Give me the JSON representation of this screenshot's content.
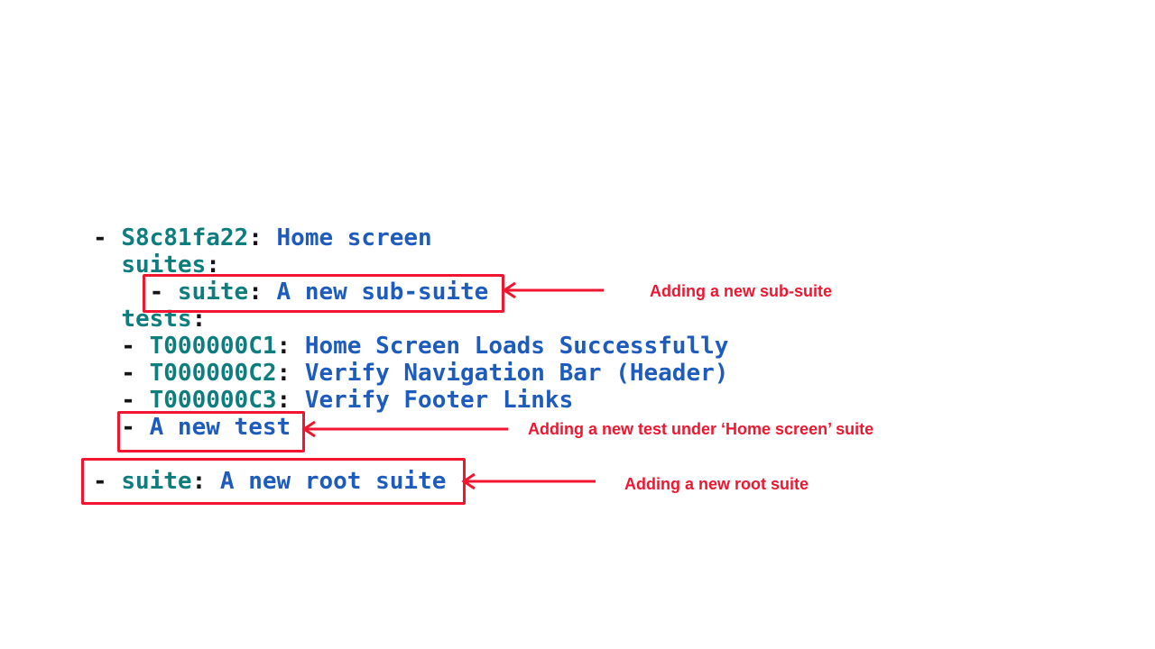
{
  "colors": {
    "key": "#0e7d7d",
    "value": "#1d5cbe",
    "punct": "#141414",
    "highlight": "#f0162f",
    "background": "#ffffff"
  },
  "code": {
    "language": "yaml",
    "lines": [
      {
        "segments": [
          {
            "type": "punct",
            "text": "- "
          },
          {
            "type": "key",
            "text": "S8c81fa22"
          },
          {
            "type": "punct",
            "text": ":"
          },
          {
            "type": "value",
            "text": " Home screen"
          }
        ]
      },
      {
        "segments": [
          {
            "type": "punct",
            "text": "  "
          },
          {
            "type": "key",
            "text": "suites"
          },
          {
            "type": "punct",
            "text": ":"
          }
        ]
      },
      {
        "segments": [
          {
            "type": "punct",
            "text": "    - "
          },
          {
            "type": "key",
            "text": "suite"
          },
          {
            "type": "punct",
            "text": ":"
          },
          {
            "type": "value",
            "text": " A new sub-suite"
          }
        ]
      },
      {
        "segments": [
          {
            "type": "punct",
            "text": "  "
          },
          {
            "type": "key",
            "text": "tests"
          },
          {
            "type": "punct",
            "text": ":"
          }
        ]
      },
      {
        "segments": [
          {
            "type": "punct",
            "text": "  - "
          },
          {
            "type": "key",
            "text": "T000000C1"
          },
          {
            "type": "punct",
            "text": ":"
          },
          {
            "type": "value",
            "text": " Home Screen Loads Successfully"
          }
        ]
      },
      {
        "segments": [
          {
            "type": "punct",
            "text": "  - "
          },
          {
            "type": "key",
            "text": "T000000C2"
          },
          {
            "type": "punct",
            "text": ":"
          },
          {
            "type": "value",
            "text": " Verify Navigation Bar (Header)"
          }
        ]
      },
      {
        "segments": [
          {
            "type": "punct",
            "text": "  - "
          },
          {
            "type": "key",
            "text": "T000000C3"
          },
          {
            "type": "punct",
            "text": ":"
          },
          {
            "type": "value",
            "text": " Verify Footer Links"
          }
        ]
      },
      {
        "segments": [
          {
            "type": "punct",
            "text": "  - "
          },
          {
            "type": "value",
            "text": "A new test"
          }
        ]
      },
      {
        "segments": []
      },
      {
        "segments": [
          {
            "type": "punct",
            "text": "- "
          },
          {
            "type": "key",
            "text": "suite"
          },
          {
            "type": "punct",
            "text": ":"
          },
          {
            "type": "value",
            "text": " A new root suite"
          }
        ]
      }
    ]
  },
  "annotations": [
    {
      "id": "sub-suite",
      "label": "Adding a new sub-suite"
    },
    {
      "id": "new-test",
      "label": "Adding a new test under ‘Home screen’ suite"
    },
    {
      "id": "root-suite",
      "label": "Adding a new root suite"
    }
  ]
}
